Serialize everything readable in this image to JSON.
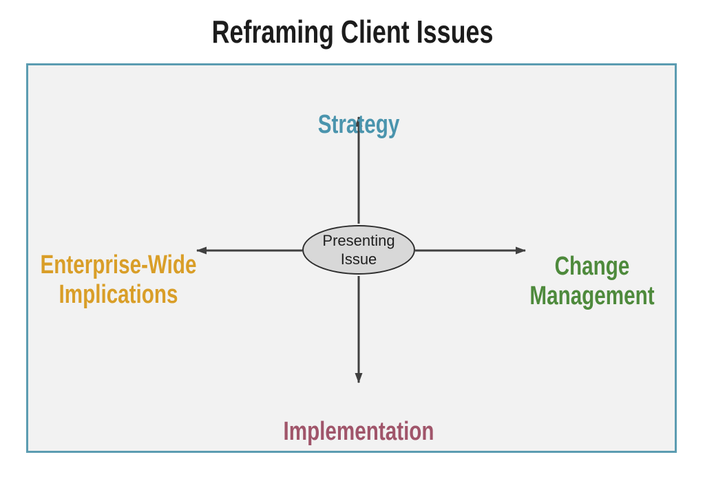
{
  "title": "Reframing Client Issues",
  "diagram": {
    "center": {
      "label": "Presenting\nIssue"
    },
    "nodes": {
      "top": {
        "label": "Strategy",
        "color": "#4a94ad"
      },
      "right": {
        "label": "Change\nManagement",
        "color": "#4e8a3c"
      },
      "bottom": {
        "label": "Implementation",
        "color": "#a0556a"
      },
      "left": {
        "label": "Enterprise-Wide\nImplications",
        "color": "#d99e28"
      }
    }
  },
  "colors": {
    "title_text": "#1c1c1c",
    "arrow": "#404040",
    "box_border": "#5b9cb1",
    "box_background": "#f2f2f2",
    "ellipse_fill": "#d8d8d8",
    "ellipse_stroke": "#2e2e2e",
    "ellipse_text": "#1f1f1f"
  }
}
